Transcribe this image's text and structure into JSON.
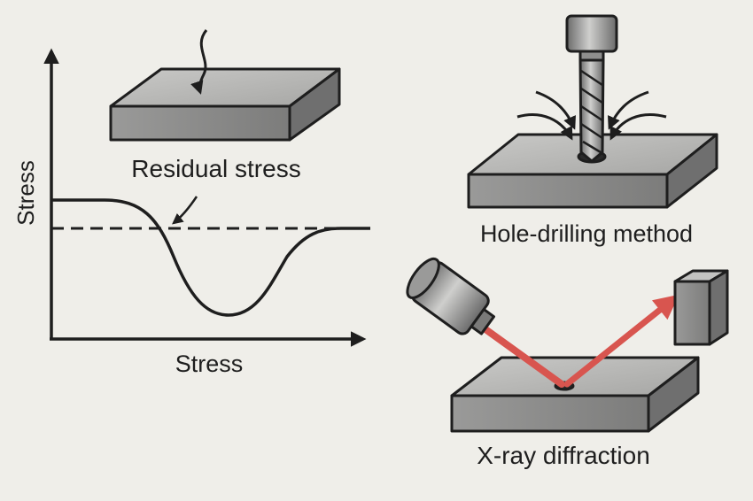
{
  "panels": {
    "residual": {
      "caption": "Residual stress"
    },
    "graph": {
      "y_axis_label": "Stress",
      "x_axis_label": "Stress"
    },
    "hole_drilling": {
      "caption": "Hole-drilling method"
    },
    "xray": {
      "caption": "X-ray diffraction"
    }
  },
  "colors": {
    "background": "#efeee9",
    "ink": "#1e1e1e",
    "steel_top": "#b8b8b6",
    "steel_front": "#8b8b8a",
    "steel_side": "#6f6f6f",
    "beam": "#d8554f"
  },
  "icons": [
    "curved-arrow-icon",
    "drill-bit-icon",
    "xray-source-icon",
    "detector-icon"
  ]
}
